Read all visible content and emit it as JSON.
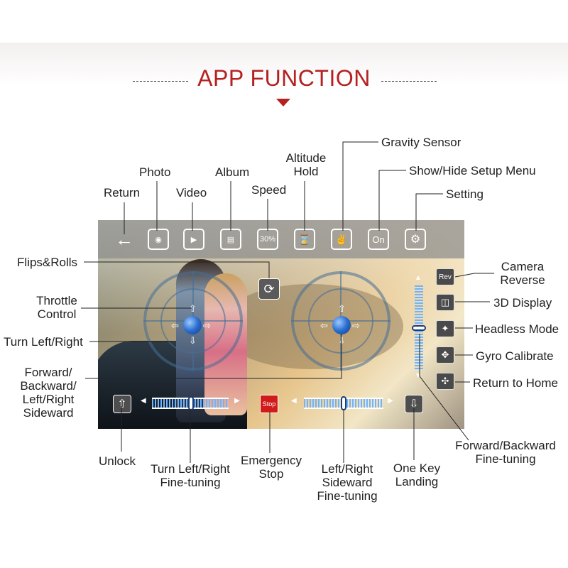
{
  "header": {
    "title": "APP FUNCTION"
  },
  "labels": {
    "return": "Return",
    "photo": "Photo",
    "video": "Video",
    "album": "Album",
    "speed": "Speed",
    "altitude_hold_1": "Altitude",
    "altitude_hold_2": "Hold",
    "gravity_sensor": "Gravity Sensor",
    "show_hide_setup_menu": "Show/Hide Setup Menu",
    "setting": "Setting",
    "flips_rolls": "Flips&Rolls",
    "throttle_control_1": "Throttle",
    "throttle_control_2": "Control",
    "turn_left_right": "Turn Left/Right",
    "forward_1": "Forward/",
    "forward_2": "Backward/",
    "forward_3": "Left/Right",
    "forward_4": "Sideward",
    "unlock": "Unlock",
    "turn_fine_1": "Turn Left/Right",
    "turn_fine_2": "Fine-tuning",
    "emergency_1": "Emergency",
    "emergency_2": "Stop",
    "side_fine_1": "Left/Right",
    "side_fine_2": "Sideward",
    "side_fine_3": "Fine-tuning",
    "landing_1": "One Key",
    "landing_2": "Landing",
    "fb_fine_1": "Forward/Backward",
    "fb_fine_2": "Fine-tuning",
    "camera_reverse_1": "Camera",
    "camera_reverse_2": "Reverse",
    "display_3d": "3D Display",
    "headless_mode": "Headless Mode",
    "gyro_calibrate": "Gyro Calibrate",
    "return_home": "Return to Home"
  },
  "buttons": {
    "speed_value": "30%",
    "altitude_on": "On",
    "camera_reverse": "Rev",
    "emergency_stop": "Stop"
  },
  "icons": {
    "return": "back-arrow-icon",
    "photo": "camera-icon",
    "video": "video-camera-icon",
    "album": "folder-icon",
    "altitude": "hourglass-icon",
    "gravity": "tilt-hand-icon",
    "setting": "gear-icon"
  },
  "colors": {
    "title": "#b52121",
    "trim": "#6fb4ff",
    "stop": "#d11a1a"
  }
}
